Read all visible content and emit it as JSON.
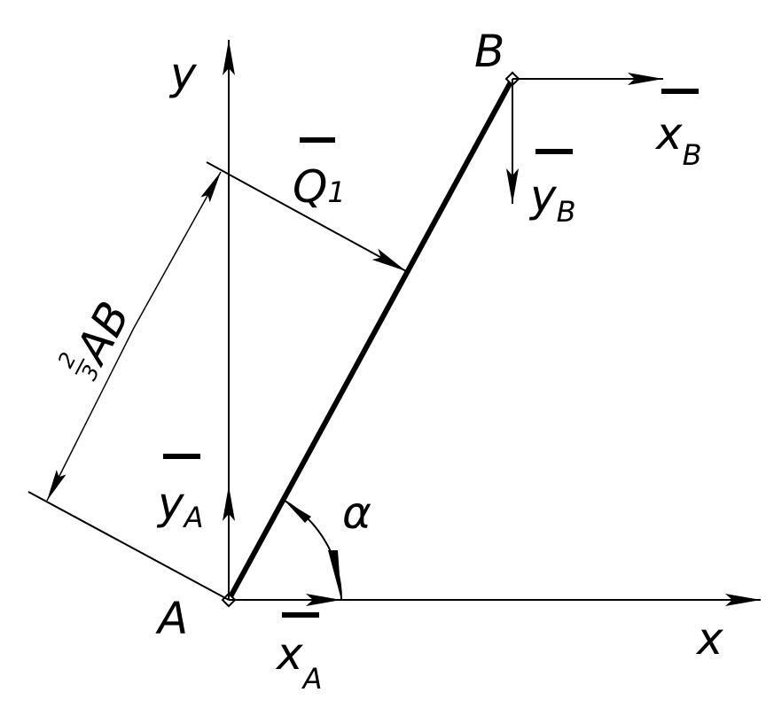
{
  "diagram": {
    "points": {
      "a": "A",
      "b": "B"
    },
    "axes": {
      "x": "x",
      "y": "y"
    },
    "forces": {
      "q1": {
        "base": "Q",
        "sub": "1"
      },
      "xa": {
        "base": "x",
        "sub": "A"
      },
      "ya": {
        "base": "y",
        "sub": "A"
      },
      "xb": {
        "base": "x",
        "sub": "B"
      },
      "yb": {
        "base": "y",
        "sub": "B"
      }
    },
    "angle": "α",
    "dimension": {
      "num": "2",
      "den": "3",
      "text": "AB"
    }
  }
}
